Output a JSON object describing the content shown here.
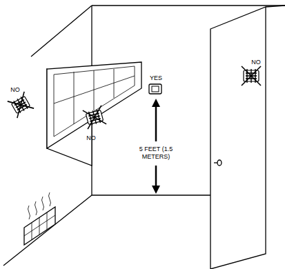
{
  "diagram": {
    "labels": [
      "NO",
      "NO",
      "YES",
      "5 FEET (1.5 METERS)",
      "NO"
    ]
  }
}
